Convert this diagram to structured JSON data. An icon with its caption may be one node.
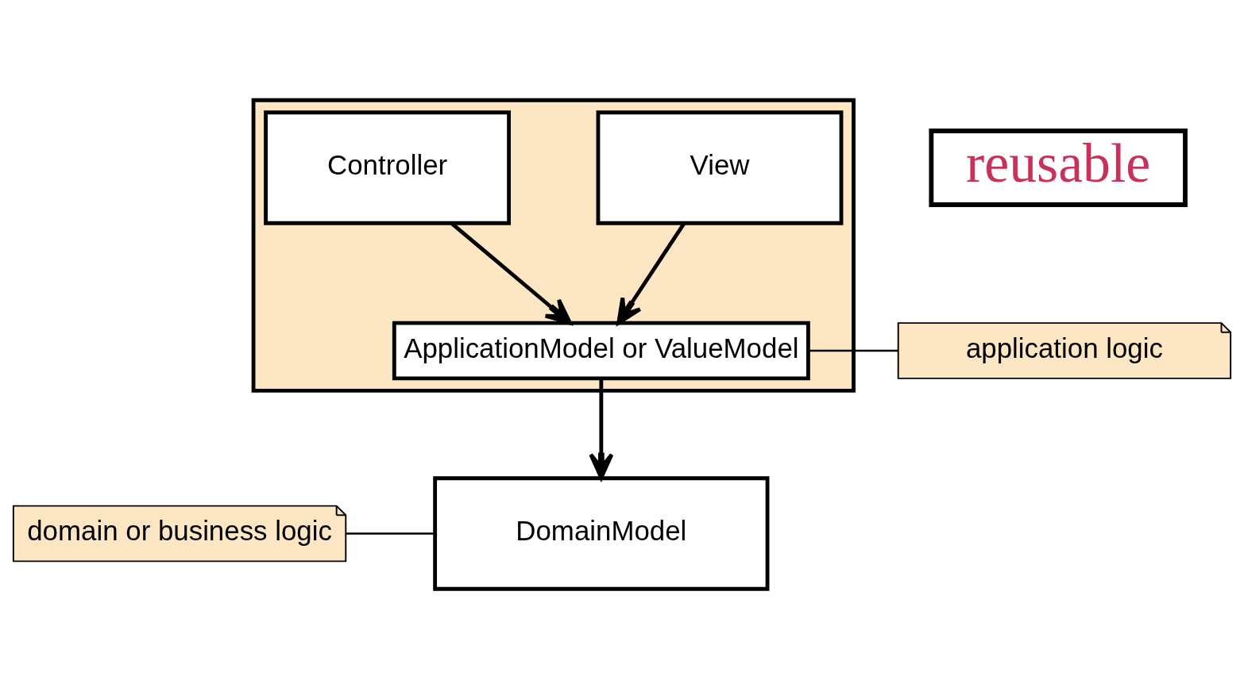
{
  "diagram": {
    "nodes": [
      {
        "text": [],
        "shape": "box"
      },
      {
        "text": [
          "View"
        ],
        "in": 0
      },
      {
        "text": [
          "Controller"
        ],
        "in": 0
      },
      {
        "text": [
          "ApplicationModel or ValueModel"
        ],
        "in": 0
      },
      {
        "text": [
          "reusable"
        ]
      },
      {
        "text": [
          "DomainModel"
        ]
      },
      {
        "text": [
          "application logic"
        ]
      },
      {
        "text": [
          "domain or business logic"
        ]
      }
    ],
    "edges": [
      {
        "from": 1,
        "to": 3,
        "arrow": "to"
      },
      {
        "from": 2,
        "to": 3,
        "arrow": "to"
      },
      {
        "from": 3,
        "to": 5,
        "arrow": "to"
      },
      {
        "from": 6,
        "to": 3,
        "arrow": "none"
      },
      {
        "from": 7,
        "to": 5,
        "arrow": "none"
      }
    ]
  }
}
